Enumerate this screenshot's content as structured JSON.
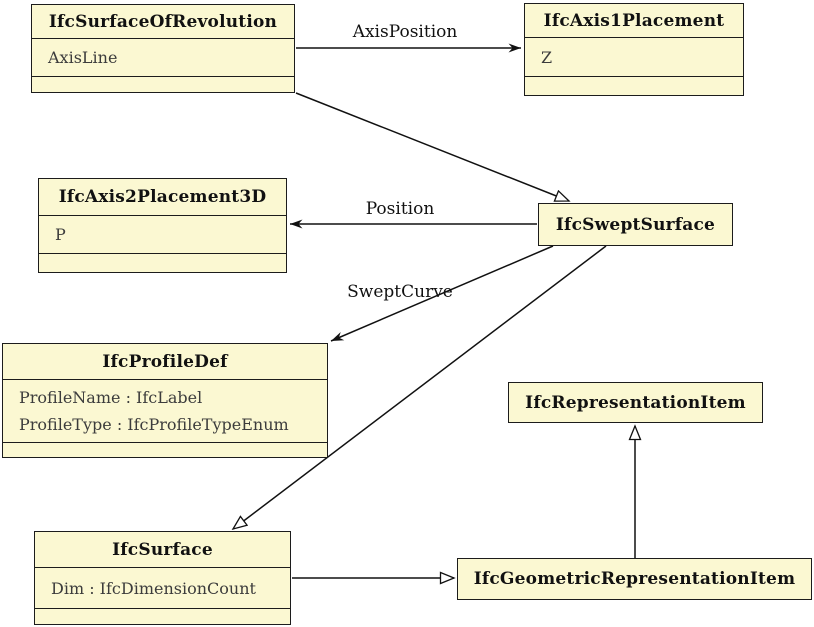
{
  "diagram_type": "uml-class-diagram",
  "subject": "IFC swept surface schema",
  "colors": {
    "background": "#FFFFFF",
    "box_fill": "#FBF8D2",
    "box_border": "#1C1C1C",
    "line": "#111111",
    "title_text": "#111111",
    "attribute_text": "#3C3C3C"
  },
  "classes": {
    "surface_of_revolution": {
      "title": "IfcSurfaceOfRevolution",
      "attributes": [
        "AxisLine"
      ]
    },
    "axis1_placement": {
      "title": "IfcAxis1Placement",
      "attributes": [
        "Z"
      ]
    },
    "axis2_placement_3d": {
      "title": "IfcAxis2Placement3D",
      "attributes": [
        "P"
      ]
    },
    "swept_surface": {
      "title": "IfcSweptSurface",
      "attributes": []
    },
    "profile_def": {
      "title": "IfcProfileDef",
      "attributes": [
        "ProfileName : IfcLabel",
        "ProfileType : IfcProfileTypeEnum"
      ]
    },
    "representation_item": {
      "title": "IfcRepresentationItem",
      "attributes": []
    },
    "surface": {
      "title": "IfcSurface",
      "attributes": [
        "Dim : IfcDimensionCount"
      ]
    },
    "geometric_representation_item": {
      "title": "IfcGeometricRepresentationItem",
      "attributes": []
    }
  },
  "relationships": [
    {
      "label": "AxisPosition",
      "from": "IfcSurfaceOfRevolution",
      "to": "IfcAxis1Placement",
      "type": "association"
    },
    {
      "label": "Position",
      "from": "IfcSweptSurface",
      "to": "IfcAxis2Placement3D",
      "type": "association"
    },
    {
      "label": "SweptCurve",
      "from": "IfcSweptSurface",
      "to": "IfcProfileDef",
      "type": "association"
    },
    {
      "label": "",
      "from": "IfcSurfaceOfRevolution",
      "to": "IfcSweptSurface",
      "type": "inheritance"
    },
    {
      "label": "",
      "from": "IfcSweptSurface",
      "to": "IfcSurface",
      "type": "inheritance"
    },
    {
      "label": "",
      "from": "IfcSurface",
      "to": "IfcGeometricRepresentationItem",
      "type": "inheritance"
    },
    {
      "label": "",
      "from": "IfcGeometricRepresentationItem",
      "to": "IfcRepresentationItem",
      "type": "inheritance"
    }
  ]
}
